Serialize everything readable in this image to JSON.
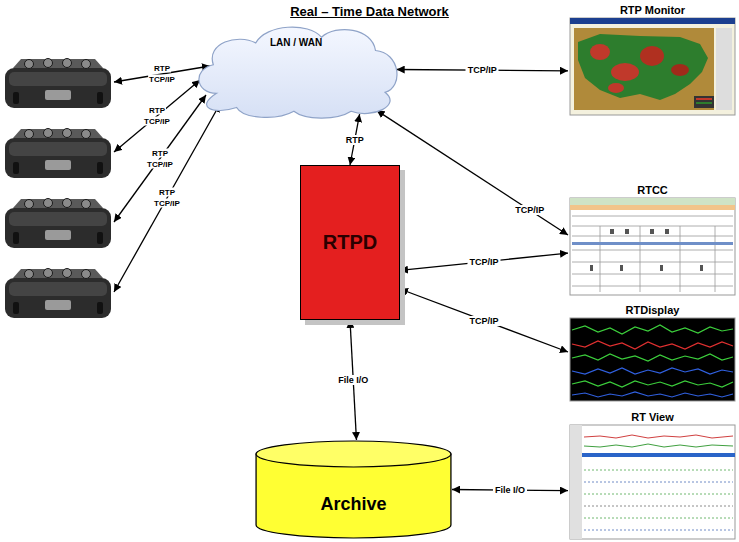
{
  "diagram": {
    "title": "Real – Time Data Network",
    "nodes": [
      {
        "text": [
          "LAN / WAN"
        ]
      },
      {
        "text": [
          "RTP Monitor"
        ]
      },
      {
        "text": [
          "RTCC"
        ]
      },
      {
        "text": [
          "RTPD"
        ]
      },
      {
        "text": [
          "RTDisplay"
        ]
      },
      {
        "text": [
          "Archive"
        ]
      },
      {
        "text": [
          "RT View"
        ]
      }
    ],
    "edges": [
      {
        "from": 0,
        "to": 1,
        "label": "TCP/IP",
        "arrow": "both"
      },
      {
        "from": 0,
        "to": 2,
        "label": "TCP/IP",
        "arrow": "both"
      },
      {
        "from": 0,
        "to": 3,
        "label": "RTP",
        "arrow": "both"
      },
      {
        "from": 3,
        "to": 2,
        "label": "TCP/IP",
        "arrow": "both"
      },
      {
        "from": 3,
        "to": 4,
        "label": "TCP/IP",
        "arrow": "both"
      },
      {
        "from": 3,
        "to": 5,
        "label": "File I/O",
        "arrow": "both"
      },
      {
        "from": 5,
        "to": 6,
        "label": "File I/O",
        "arrow": "both"
      }
    ],
    "labels": [
      "RTP",
      "TCP/IP",
      "RTP",
      "TCP/IP",
      "RTP",
      "TCP/IP",
      "RTP",
      "TCP/IP"
    ]
  }
}
